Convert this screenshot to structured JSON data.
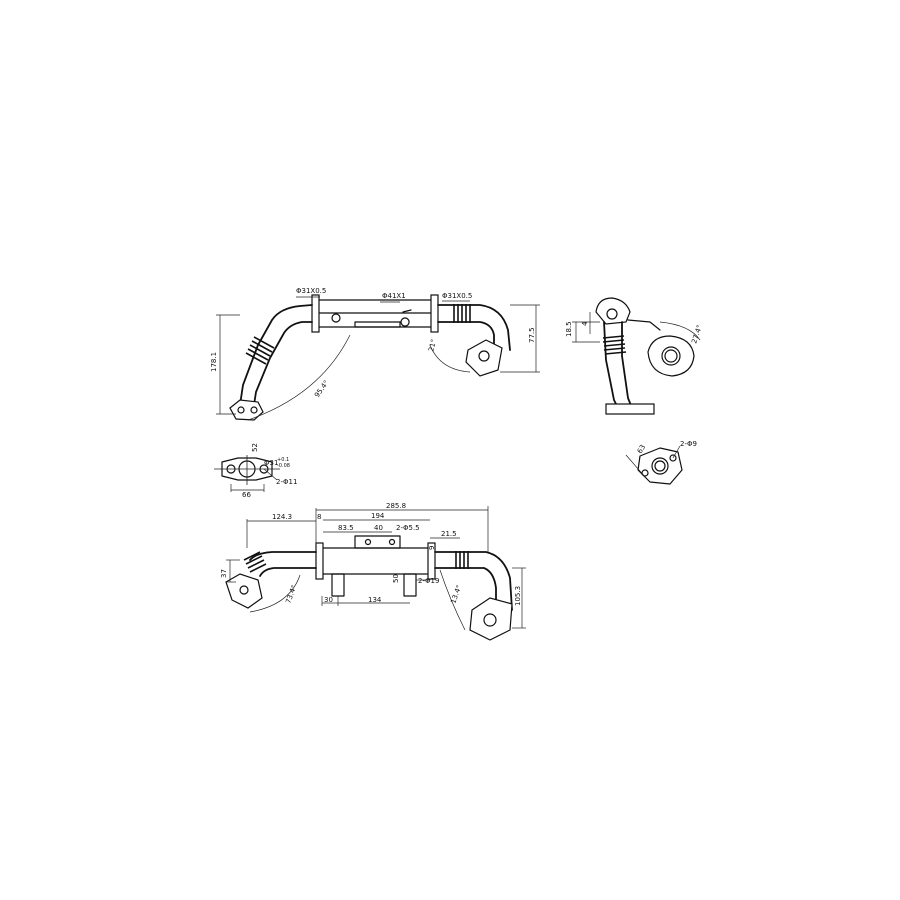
{
  "top_view": {
    "dia_left": "Φ31X0.5",
    "dia_center": "Φ41X1",
    "dia_right": "Φ31X0.5",
    "height_total": "178.1",
    "height_right": "77.5",
    "angle_left": "95.4°",
    "angle_right": "21°"
  },
  "flange_small": {
    "width": "52",
    "bore": "Φ31",
    "bore_tol_upper": "+0.1",
    "bore_tol_lower": "-0.08",
    "holes": "2-Φ11",
    "hole_pitch": "66"
  },
  "side_view": {
    "height_left": "18.5",
    "height_small": "4",
    "angle": "27.4°"
  },
  "flange_right": {
    "size": "63",
    "holes": "2-Φ9"
  },
  "front_view": {
    "length_total": "285.8",
    "offset_left": "124.3",
    "offset_small": "8",
    "length_body": "194",
    "length_mid": "83.5",
    "spacing": "40",
    "studs": "2-Φ5.5",
    "offset_right": "21.5",
    "offset_right_small": "9",
    "height_left": "37",
    "angle_left": "73.4°",
    "ports_spacing": "134",
    "ports_offset": "30",
    "ports_height": "50",
    "ports_dia": "2-Φ19",
    "angle_right": "13.4°",
    "height_right": "105.3"
  }
}
